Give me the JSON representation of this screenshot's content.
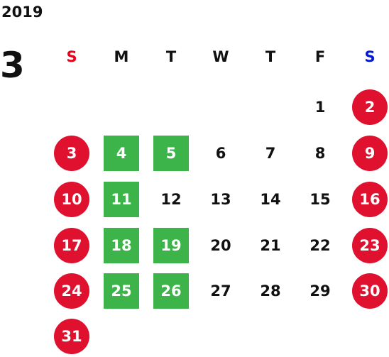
{
  "calendar": {
    "year": "2019",
    "month": "3",
    "weekdays": [
      {
        "label": "S",
        "color": "#e8001c"
      },
      {
        "label": "M",
        "color": "#111111"
      },
      {
        "label": "T",
        "color": "#111111"
      },
      {
        "label": "W",
        "color": "#111111"
      },
      {
        "label": "T",
        "color": "#111111"
      },
      {
        "label": "F",
        "color": "#111111"
      },
      {
        "label": "S",
        "color": "#0019d6"
      }
    ],
    "colors": {
      "holiday_bg": "#e0102f",
      "highlight_bg": "#3db44a",
      "marked_text": "#ffffff",
      "normal_text": "#111111"
    },
    "days": [
      {
        "day": "1",
        "style": "normal"
      },
      {
        "day": "2",
        "style": "holiday"
      },
      {
        "day": "3",
        "style": "holiday"
      },
      {
        "day": "4",
        "style": "highlight"
      },
      {
        "day": "5",
        "style": "highlight"
      },
      {
        "day": "6",
        "style": "normal"
      },
      {
        "day": "7",
        "style": "normal"
      },
      {
        "day": "8",
        "style": "normal"
      },
      {
        "day": "9",
        "style": "holiday"
      },
      {
        "day": "10",
        "style": "holiday"
      },
      {
        "day": "11",
        "style": "highlight"
      },
      {
        "day": "12",
        "style": "normal"
      },
      {
        "day": "13",
        "style": "normal"
      },
      {
        "day": "14",
        "style": "normal"
      },
      {
        "day": "15",
        "style": "normal"
      },
      {
        "day": "16",
        "style": "holiday"
      },
      {
        "day": "17",
        "style": "holiday"
      },
      {
        "day": "18",
        "style": "highlight"
      },
      {
        "day": "19",
        "style": "highlight"
      },
      {
        "day": "20",
        "style": "normal"
      },
      {
        "day": "21",
        "style": "normal"
      },
      {
        "day": "22",
        "style": "normal"
      },
      {
        "day": "23",
        "style": "holiday"
      },
      {
        "day": "24",
        "style": "holiday"
      },
      {
        "day": "25",
        "style": "highlight"
      },
      {
        "day": "26",
        "style": "highlight"
      },
      {
        "day": "27",
        "style": "normal"
      },
      {
        "day": "28",
        "style": "normal"
      },
      {
        "day": "29",
        "style": "normal"
      },
      {
        "day": "30",
        "style": "holiday"
      },
      {
        "day": "31",
        "style": "holiday"
      }
    ]
  }
}
